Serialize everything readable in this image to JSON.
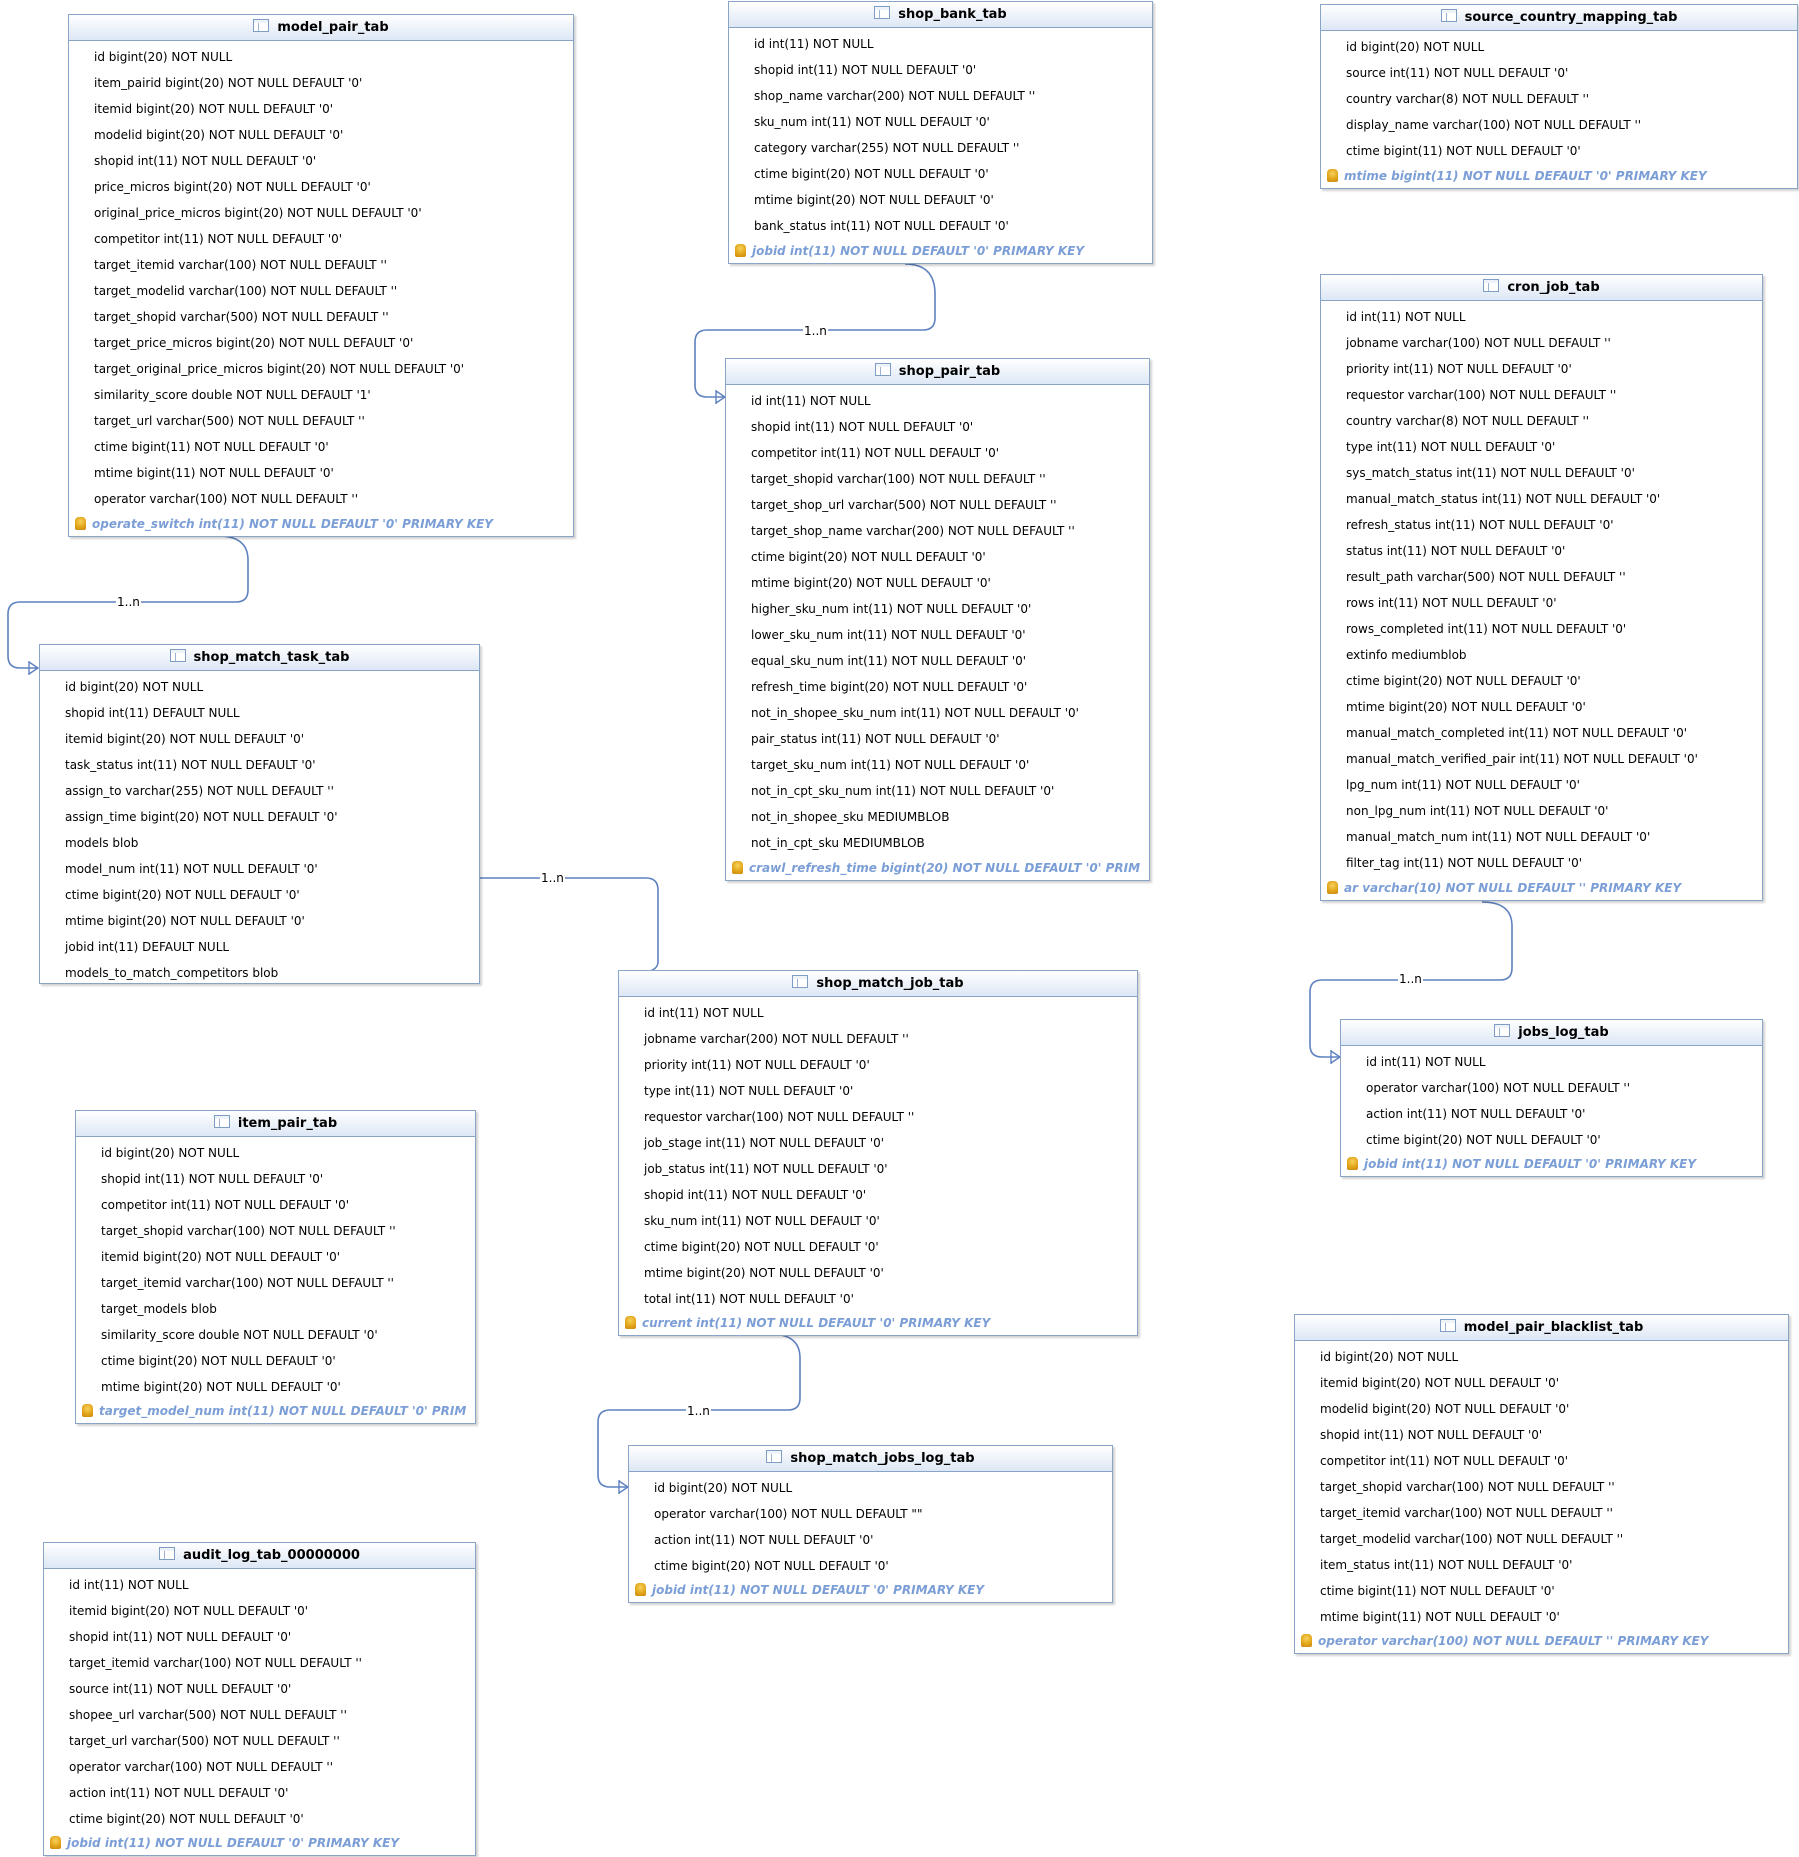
{
  "colors": {
    "line": "#5f82bf",
    "pk_text": "#7b9ed6",
    "header": "#dde7f5"
  },
  "tables": {
    "model_pair_tab": {
      "name": "model_pair_tab",
      "columns": [
        "id bigint(20) NOT NULL",
        "item_pairid bigint(20) NOT NULL DEFAULT '0'",
        "itemid bigint(20) NOT NULL DEFAULT '0'",
        "modelid bigint(20) NOT NULL DEFAULT '0'",
        "shopid int(11) NOT NULL DEFAULT '0'",
        "price_micros bigint(20) NOT NULL DEFAULT '0'",
        "original_price_micros bigint(20) NOT NULL DEFAULT '0'",
        "competitor int(11) NOT NULL DEFAULT '0'",
        "target_itemid varchar(100) NOT NULL DEFAULT ''",
        "target_modelid varchar(100) NOT NULL DEFAULT ''",
        "target_shopid varchar(500) NOT NULL DEFAULT ''",
        "target_price_micros bigint(20) NOT NULL DEFAULT '0'",
        "target_original_price_micros bigint(20) NOT NULL DEFAULT '0'",
        "similarity_score double NOT NULL DEFAULT '1'",
        "target_url varchar(500) NOT NULL DEFAULT ''",
        "ctime bigint(11) NOT NULL DEFAULT '0'",
        "mtime bigint(11) NOT NULL DEFAULT '0'",
        "operator varchar(100) NOT NULL DEFAULT ''"
      ],
      "pk": "operate_switch int(11) NOT NULL DEFAULT '0' PRIMARY KEY"
    },
    "shop_bank_tab": {
      "name": "shop_bank_tab",
      "columns": [
        "id int(11) NOT NULL",
        "shopid int(11) NOT NULL DEFAULT '0'",
        "shop_name varchar(200) NOT NULL DEFAULT ''",
        "sku_num int(11) NOT NULL DEFAULT '0'",
        "category varchar(255) NOT NULL DEFAULT ''",
        "ctime bigint(20) NOT NULL DEFAULT '0'",
        "mtime bigint(20) NOT NULL DEFAULT '0'",
        "bank_status int(11) NOT NULL DEFAULT '0'"
      ],
      "pk": "jobid int(11) NOT NULL DEFAULT '0' PRIMARY KEY"
    },
    "source_country_mapping_tab": {
      "name": "source_country_mapping_tab",
      "columns": [
        "id bigint(20) NOT NULL",
        "source int(11) NOT NULL DEFAULT '0'",
        "country varchar(8) NOT NULL DEFAULT ''",
        "display_name varchar(100) NOT NULL DEFAULT ''",
        "ctime bigint(11) NOT NULL DEFAULT '0'"
      ],
      "pk": "mtime bigint(11) NOT NULL DEFAULT '0' PRIMARY KEY"
    },
    "cron_job_tab": {
      "name": "cron_job_tab",
      "columns": [
        "id int(11) NOT NULL",
        "jobname varchar(100) NOT NULL DEFAULT ''",
        "priority int(11) NOT NULL DEFAULT '0'",
        "requestor varchar(100) NOT NULL DEFAULT ''",
        "country varchar(8) NOT NULL DEFAULT ''",
        "type int(11) NOT NULL DEFAULT '0'",
        "sys_match_status int(11) NOT NULL DEFAULT '0'",
        "manual_match_status int(11) NOT NULL DEFAULT '0'",
        "refresh_status int(11) NOT NULL DEFAULT '0'",
        "status int(11) NOT NULL DEFAULT '0'",
        "result_path varchar(500) NOT NULL DEFAULT ''",
        "rows int(11) NOT NULL DEFAULT '0'",
        "rows_completed int(11) NOT NULL DEFAULT '0'",
        "extinfo mediumblob",
        "ctime bigint(20) NOT NULL DEFAULT '0'",
        "mtime bigint(20) NOT NULL DEFAULT '0'",
        "manual_match_completed int(11) NOT NULL DEFAULT '0'",
        "manual_match_verified_pair int(11) NOT NULL DEFAULT '0'",
        "lpg_num int(11) NOT NULL DEFAULT '0'",
        "non_lpg_num int(11) NOT NULL DEFAULT '0'",
        "manual_match_num int(11) NOT NULL DEFAULT '0'",
        "filter_tag int(11) NOT NULL DEFAULT '0'"
      ],
      "pk": "ar varchar(10) NOT NULL DEFAULT '' PRIMARY KEY"
    },
    "shop_pair_tab": {
      "name": "shop_pair_tab",
      "columns": [
        "id int(11) NOT NULL",
        "shopid int(11) NOT NULL DEFAULT '0'",
        "competitor int(11) NOT NULL DEFAULT '0'",
        "target_shopid varchar(100) NOT NULL DEFAULT ''",
        "target_shop_url varchar(500) NOT NULL DEFAULT ''",
        "target_shop_name varchar(200) NOT NULL DEFAULT ''",
        "ctime bigint(20) NOT NULL DEFAULT '0'",
        "mtime bigint(20) NOT NULL DEFAULT '0'",
        "higher_sku_num int(11) NOT NULL DEFAULT '0'",
        "lower_sku_num int(11) NOT NULL DEFAULT '0'",
        "equal_sku_num int(11) NOT NULL DEFAULT '0'",
        "refresh_time bigint(20) NOT NULL DEFAULT '0'",
        "not_in_shopee_sku_num int(11) NOT NULL DEFAULT '0'",
        "pair_status int(11) NOT NULL DEFAULT '0'",
        "target_sku_num int(11) NOT NULL DEFAULT '0'",
        "not_in_cpt_sku_num int(11) NOT NULL DEFAULT '0'",
        "not_in_shopee_sku MEDIUMBLOB",
        "not_in_cpt_sku MEDIUMBLOB"
      ],
      "pk": "crawl_refresh_time bigint(20) NOT NULL DEFAULT '0' PRIM"
    },
    "shop_match_task_tab": {
      "name": "shop_match_task_tab",
      "columns": [
        "id bigint(20) NOT NULL",
        "shopid int(11) DEFAULT NULL",
        "itemid bigint(20) NOT NULL DEFAULT '0'",
        "task_status int(11) NOT NULL DEFAULT '0'",
        "assign_to varchar(255) NOT NULL DEFAULT ''",
        "assign_time bigint(20) NOT NULL DEFAULT '0'",
        "models blob",
        "model_num int(11) NOT NULL DEFAULT '0'",
        "ctime bigint(20) NOT NULL DEFAULT '0'",
        "mtime bigint(20) NOT NULL DEFAULT '0'",
        "jobid int(11) DEFAULT NULL",
        "models_to_match_competitors blob"
      ],
      "pk": ""
    },
    "shop_match_job_tab": {
      "name": "shop_match_job_tab",
      "columns": [
        "id int(11) NOT NULL",
        "jobname varchar(200) NOT NULL DEFAULT ''",
        "priority int(11) NOT NULL DEFAULT '0'",
        "type int(11) NOT NULL DEFAULT '0'",
        "requestor varchar(100) NOT NULL DEFAULT ''",
        "job_stage int(11) NOT NULL DEFAULT '0'",
        "job_status int(11) NOT NULL DEFAULT '0'",
        "shopid int(11) NOT NULL DEFAULT '0'",
        "sku_num int(11) NOT NULL DEFAULT '0'",
        "ctime bigint(20) NOT NULL DEFAULT '0'",
        "mtime bigint(20) NOT NULL DEFAULT '0'",
        "total int(11) NOT NULL DEFAULT '0'"
      ],
      "pk": "current int(11) NOT NULL DEFAULT '0' PRIMARY KEY"
    },
    "jobs_log_tab": {
      "name": "jobs_log_tab",
      "columns": [
        "id int(11) NOT NULL",
        "operator varchar(100) NOT NULL DEFAULT ''",
        "action int(11) NOT NULL DEFAULT '0'",
        "ctime bigint(20) NOT NULL DEFAULT '0'"
      ],
      "pk": "jobid int(11) NOT NULL DEFAULT '0' PRIMARY KEY"
    },
    "item_pair_tab": {
      "name": "item_pair_tab",
      "columns": [
        "id bigint(20) NOT NULL",
        "shopid int(11) NOT NULL DEFAULT '0'",
        "competitor int(11) NOT NULL DEFAULT '0'",
        "target_shopid varchar(100) NOT NULL DEFAULT ''",
        "itemid bigint(20) NOT NULL DEFAULT '0'",
        "target_itemid varchar(100) NOT NULL DEFAULT ''",
        "target_models blob",
        "similarity_score double NOT NULL DEFAULT '0'",
        "ctime bigint(20) NOT NULL DEFAULT '0'",
        "mtime bigint(20) NOT NULL DEFAULT '0'"
      ],
      "pk": "target_model_num int(11) NOT NULL DEFAULT '0' PRIM"
    },
    "shop_match_jobs_log_tab": {
      "name": "shop_match_jobs_log_tab",
      "columns": [
        "id bigint(20) NOT NULL",
        "operator varchar(100) NOT NULL DEFAULT \"\"",
        "action int(11) NOT NULL DEFAULT '0'",
        "ctime bigint(20) NOT NULL DEFAULT '0'"
      ],
      "pk": "jobid int(11) NOT NULL DEFAULT '0' PRIMARY KEY"
    },
    "model_pair_blacklist_tab": {
      "name": "model_pair_blacklist_tab",
      "columns": [
        "id bigint(20) NOT NULL",
        "itemid bigint(20) NOT NULL DEFAULT '0'",
        "modelid bigint(20) NOT NULL DEFAULT '0'",
        "shopid int(11) NOT NULL DEFAULT '0'",
        "competitor int(11) NOT NULL DEFAULT '0'",
        "target_shopid varchar(100) NOT NULL DEFAULT ''",
        "target_itemid varchar(100) NOT NULL DEFAULT ''",
        "target_modelid varchar(100) NOT NULL DEFAULT ''",
        "item_status int(11) NOT NULL DEFAULT '0'",
        "ctime bigint(11) NOT NULL DEFAULT '0'",
        "mtime bigint(11) NOT NULL DEFAULT '0'"
      ],
      "pk": "operator varchar(100) NOT NULL DEFAULT '' PRIMARY KEY"
    },
    "audit_log_tab_00000000": {
      "name": "audit_log_tab_00000000",
      "columns": [
        "id int(11) NOT NULL",
        "itemid bigint(20) NOT NULL DEFAULT '0'",
        "shopid int(11) NOT NULL DEFAULT '0'",
        "target_itemid varchar(100) NOT NULL DEFAULT ''",
        "source int(11) NOT NULL DEFAULT '0'",
        "shopee_url varchar(500) NOT NULL DEFAULT ''",
        "target_url varchar(500) NOT NULL DEFAULT ''",
        "operator varchar(100) NOT NULL DEFAULT ''",
        "action int(11) NOT NULL DEFAULT '0'",
        "ctime bigint(20) NOT NULL DEFAULT '0'"
      ],
      "pk": "jobid int(11) NOT NULL DEFAULT '0' PRIMARY KEY"
    }
  },
  "relations": [
    {
      "label": "1..n"
    },
    {
      "label": "1..n"
    },
    {
      "label": "1..n"
    },
    {
      "label": "1..n"
    },
    {
      "label": "1..n"
    }
  ]
}
